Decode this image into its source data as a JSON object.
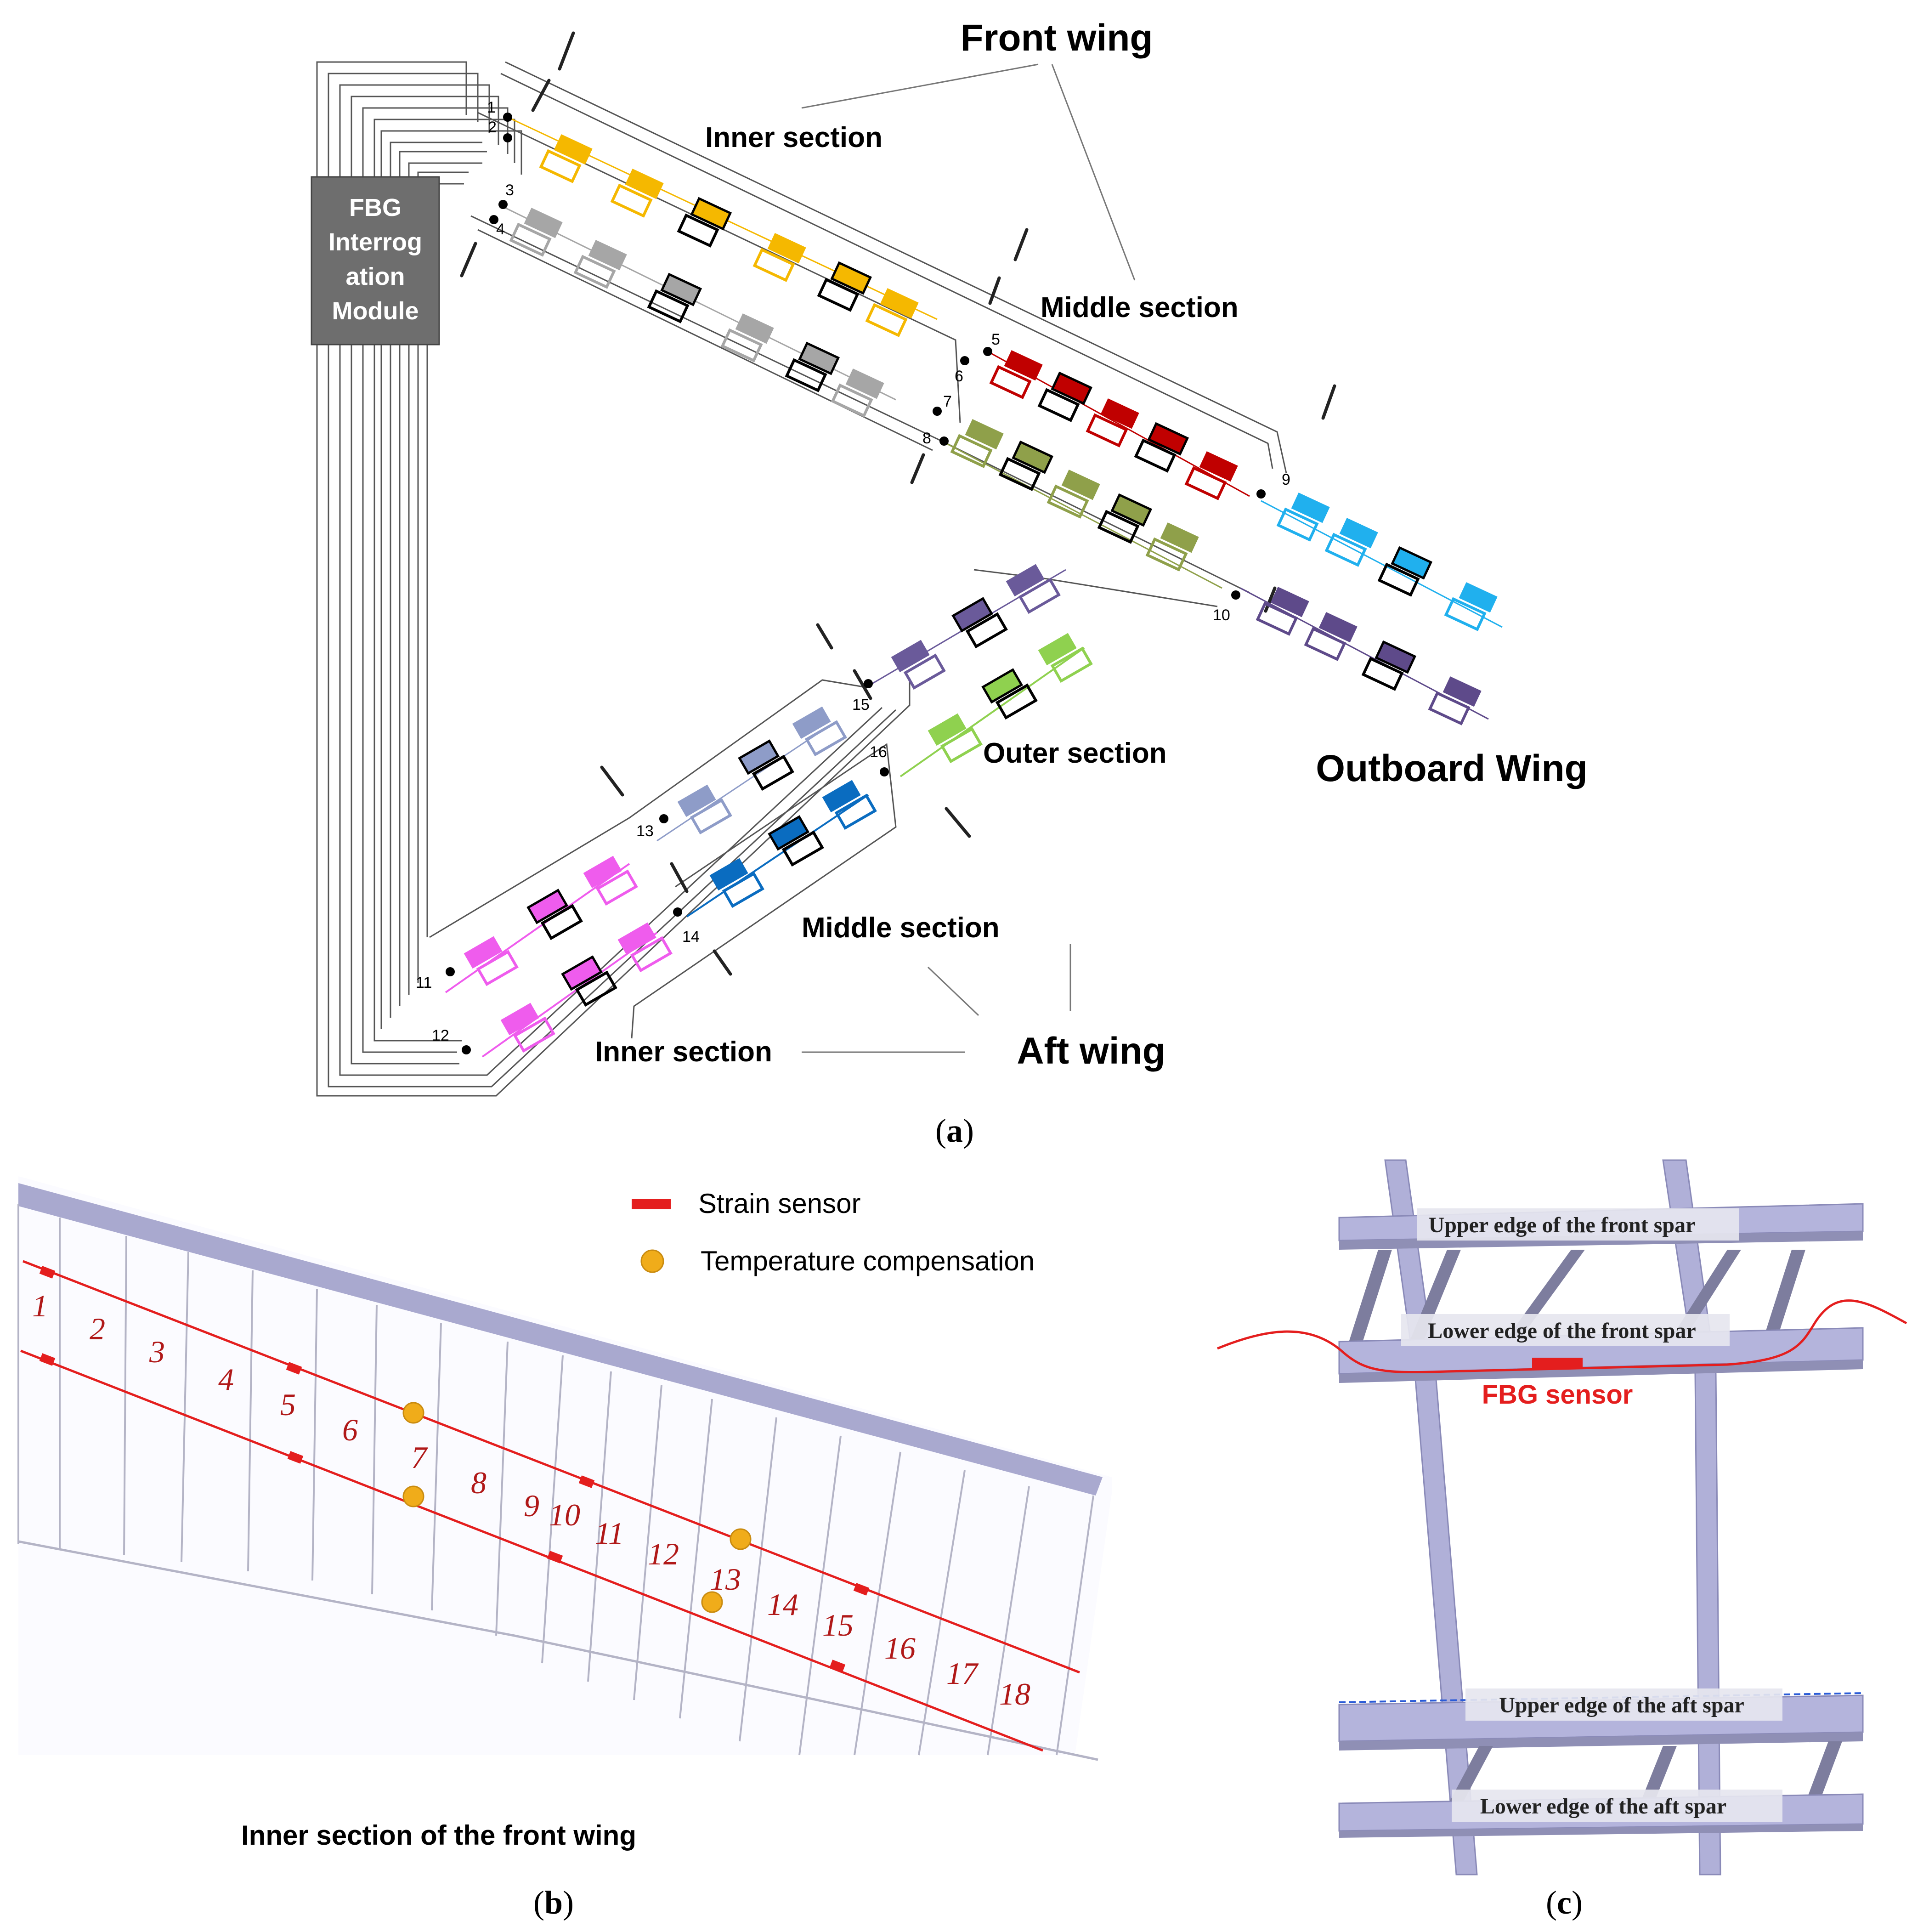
{
  "panel_a": {
    "caption_letter": "a",
    "module_label": [
      "FBG",
      "Interrog",
      "ation",
      "Module"
    ],
    "front_wing": "Front wing",
    "front_inner": "Inner section",
    "front_middle": "Middle section",
    "outboard": "Outboard Wing",
    "outer_section": "Outer section",
    "aft_middle": "Middle section",
    "aft_inner": "Inner section",
    "aft_wing": "Aft wing",
    "channels": [
      "1",
      "2",
      "3",
      "4",
      "5",
      "6",
      "7",
      "8",
      "9",
      "10",
      "11",
      "12",
      "13",
      "14",
      "15",
      "16"
    ],
    "colors": {
      "yellow": "#f5b800",
      "gray": "#a6a6a6",
      "red": "#c00000",
      "olive": "#8fa04a",
      "cyan": "#20b0ee",
      "purple": "#5e4a8a",
      "violet": "#6a5a9a",
      "lightgreen": "#8fd14f",
      "periwinkle": "#8e9cc8",
      "blue": "#0a6cc0",
      "magenta": "#ef5ced"
    }
  },
  "panel_b": {
    "caption_letter": "b",
    "legend_strain": "Strain sensor",
    "legend_temp": "Temperature compensation",
    "bays": [
      "1",
      "2",
      "3",
      "4",
      "5",
      "6",
      "7",
      "8",
      "9",
      "10",
      "11",
      "12",
      "13",
      "14",
      "15",
      "16",
      "17",
      "18"
    ],
    "title": "Inner section of the front wing"
  },
  "panel_c": {
    "caption_letter": "c",
    "upper_front": "Upper edge of the front spar",
    "lower_front": "Lower edge of the front spar",
    "fbg": "FBG sensor",
    "upper_aft": "Upper edge of the aft spar",
    "lower_aft": "Lower edge of the aft spar"
  }
}
